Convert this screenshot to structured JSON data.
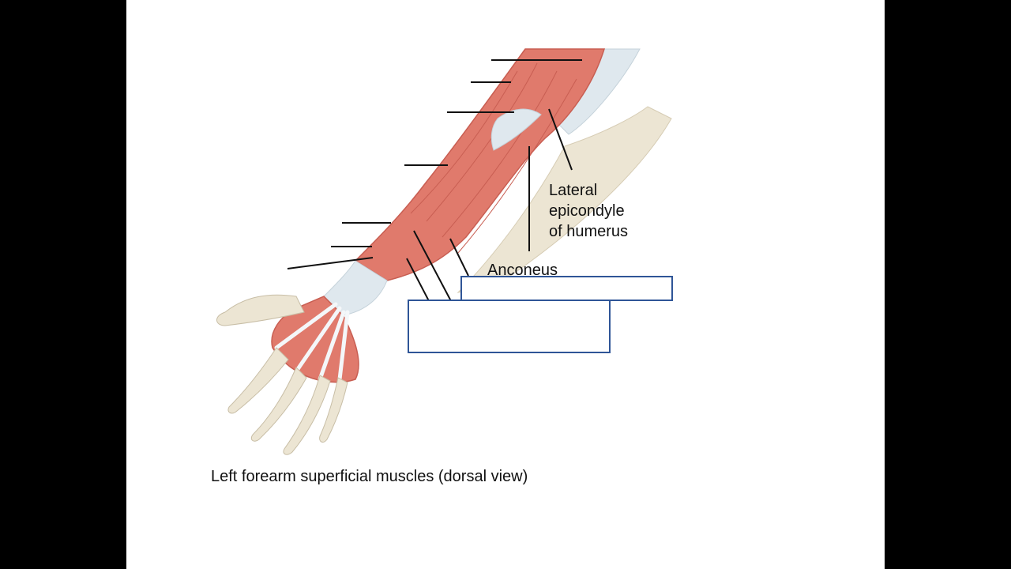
{
  "diagram": {
    "labels": {
      "lateral_epicondyle": "Lateral\nepicondyle\nof humerus",
      "anconeus": "Anconeus"
    },
    "caption": "Left forearm superficial muscles (dorsal view)"
  },
  "colors": {
    "muscle": "#e07a6c",
    "muscle_dark": "#c85e52",
    "tendon": "#dfe8ee",
    "bone": "#ece5d3",
    "box_border": "#2f5597",
    "leader_line": "#111111"
  }
}
